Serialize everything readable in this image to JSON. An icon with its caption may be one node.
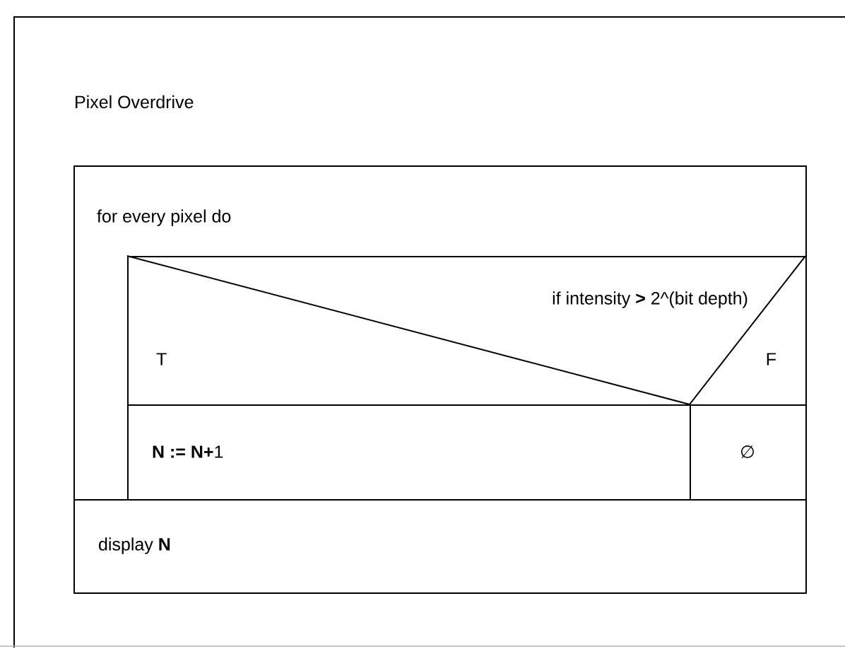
{
  "diagram": {
    "title": "Pixel Overdrive",
    "nodes": [
      {
        "text": [
          "for every pixel do"
        ]
      },
      {
        "text": [
          "if intensity **>** 2^(bit depth)",
          "T",
          "F"
        ],
        "in": 0
      },
      {
        "text": [
          "**N :=** **N+**1"
        ],
        "in": 0
      },
      {
        "text": [
          "∅"
        ],
        "in": 0
      },
      {
        "text": [
          "display **N**"
        ]
      }
    ]
  }
}
